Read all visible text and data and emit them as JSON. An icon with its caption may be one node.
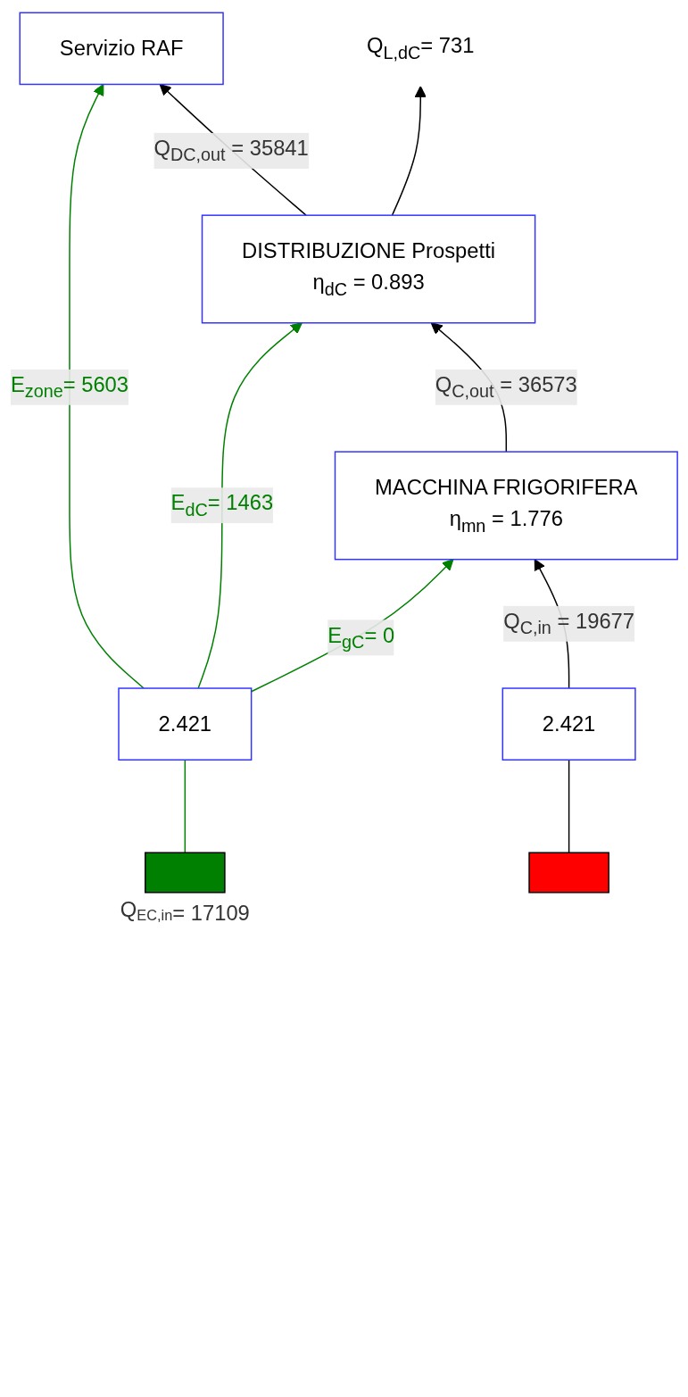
{
  "diagram": {
    "nodes": [
      {
        "text": [
          "Servizio RAF"
        ]
      },
      {
        "text": [
          "DISTRIBUZIONE Prospetti",
          "η$_{dC}$ = 0.893"
        ]
      },
      {
        "text": [
          "Q$_{L,dC}$= 731"
        ]
      },
      {
        "text": [
          "MACCHINA FRIGORIFERA",
          "η$_{mn}$ = 1.776"
        ]
      },
      {
        "text": [
          "2.421"
        ]
      },
      {
        "text": [
          "2.421"
        ]
      },
      {
        "text": [],
        "shape": "box",
        "beside": [
          "Q$_{EC,in}$= 17109"
        ]
      },
      {
        "text": [],
        "shape": "box"
      }
    ],
    "edges": [
      {
        "from": 6,
        "to": 4,
        "arrow": "none",
        "color": "#008000"
      },
      {
        "from": 4,
        "to": 0,
        "arrow": "to",
        "label": "E$_{zone}$= 5603",
        "color": "#008000"
      },
      {
        "from": 4,
        "to": 1,
        "arrow": "to",
        "label": "E$_{dC}$= 1463",
        "color": "#008000"
      },
      {
        "from": 4,
        "to": 3,
        "arrow": "to",
        "label": "E$_{gC}$= 0",
        "color": "#008000"
      },
      {
        "from": 7,
        "to": 5,
        "arrow": "none"
      },
      {
        "from": 5,
        "to": 3,
        "arrow": "to",
        "label": "Q$_{C,in}$ = 19677"
      },
      {
        "from": 3,
        "to": 1,
        "arrow": "to",
        "label": "Q$_{C,out}$ = 36573"
      },
      {
        "from": 1,
        "to": 0,
        "arrow": "to",
        "label": "Q$_{DC,out}$ = 35841"
      },
      {
        "from": 1,
        "to": 2,
        "arrow": "to"
      }
    ]
  }
}
